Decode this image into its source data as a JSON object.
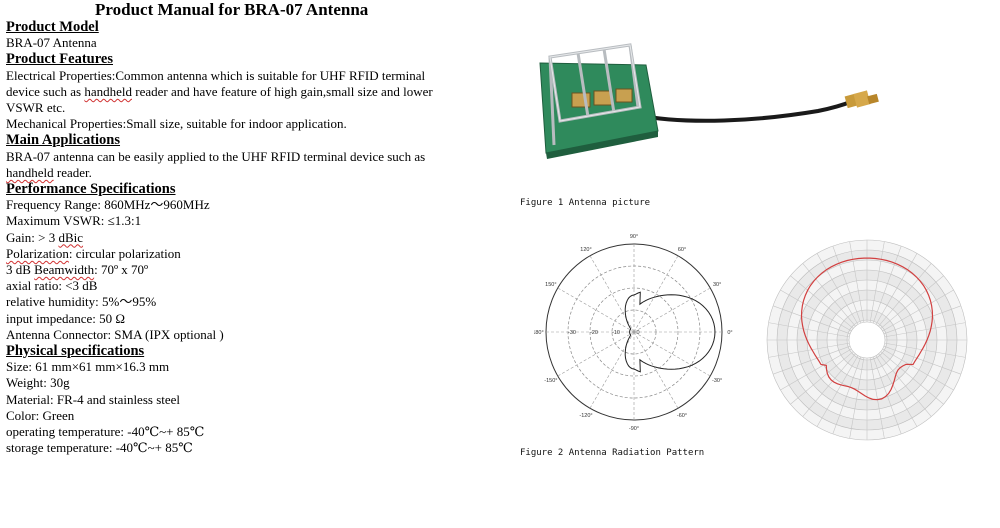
{
  "title": "Product Manual for BRA-07 Antenna",
  "model": {
    "heading": "Product Model",
    "value": "BRA-07 Antenna"
  },
  "features": {
    "heading": "Product Features",
    "electrical_1": "Electrical Properties:Common antenna which is suitable for UHF RFID terminal",
    "electrical_2a": "device such as ",
    "electrical_2b": "handheld",
    "electrical_2c": " reader and have feature of high gain,small size and lower",
    "electrical_3": "VSWR",
    "electrical_3b": " etc.",
    "mechanical": "Mechanical Properties:Small size,  suitable for indoor application."
  },
  "applications": {
    "heading": "Main Applications",
    "line1": "BRA-07 antenna can be easily applied to the UHF RFID    terminal device such as",
    "line2a": "handheld",
    "line2b": " reader."
  },
  "performance": {
    "heading": "Performance Specifications",
    "frequency": "Frequency Range: 860MHz～960MHz",
    "vswr": "Maximum VSWR: ≤1.3:1",
    "gain_a": "Gain: > 3 ",
    "gain_b": "dBic",
    "polarization_a": "Polarization",
    "polarization_b": ": circular polarization",
    "beam_a": "3 dB ",
    "beam_b": "Beamwidth",
    "beam_c": ": 70º  x 70º",
    "axial": "axial ratio: <3 dB",
    "humidity": "relative humidity: 5%～95%",
    "impedance": "input impedance: 50 Ω",
    "connector": "Antenna Connector: SMA (IPX optional )"
  },
  "physical": {
    "heading": "Physical specifications",
    "size": "Size: 61 mm×61 mm×16.3 mm",
    "weight": "Weight: 30g",
    "material": "Material: FR-4    and stainless steel",
    "color": "Color: Green",
    "operating_temp": "operating temperature: -40℃~+ 85℃",
    "storage_temp": "storage temperature: -40℃~+ 85℃"
  },
  "figures": {
    "fig1_caption": "Figure 1 Antenna picture",
    "fig2_caption": "Figure 2 Antenna Radiation Pattern",
    "polar_angles": [
      "90°",
      "60°",
      "30°",
      "0°",
      "-30°",
      "-60°",
      "-90°",
      "-120°",
      "-150°",
      "180°",
      "150°",
      "120°"
    ],
    "polar_radii": [
      "-30",
      "-20",
      "-10",
      "0"
    ]
  },
  "colors": {
    "pcb_green": "#2f8a5c",
    "pattern_red": "#d24040",
    "cable": "#1a1a1a",
    "connector_gold": "#c89a3a"
  }
}
